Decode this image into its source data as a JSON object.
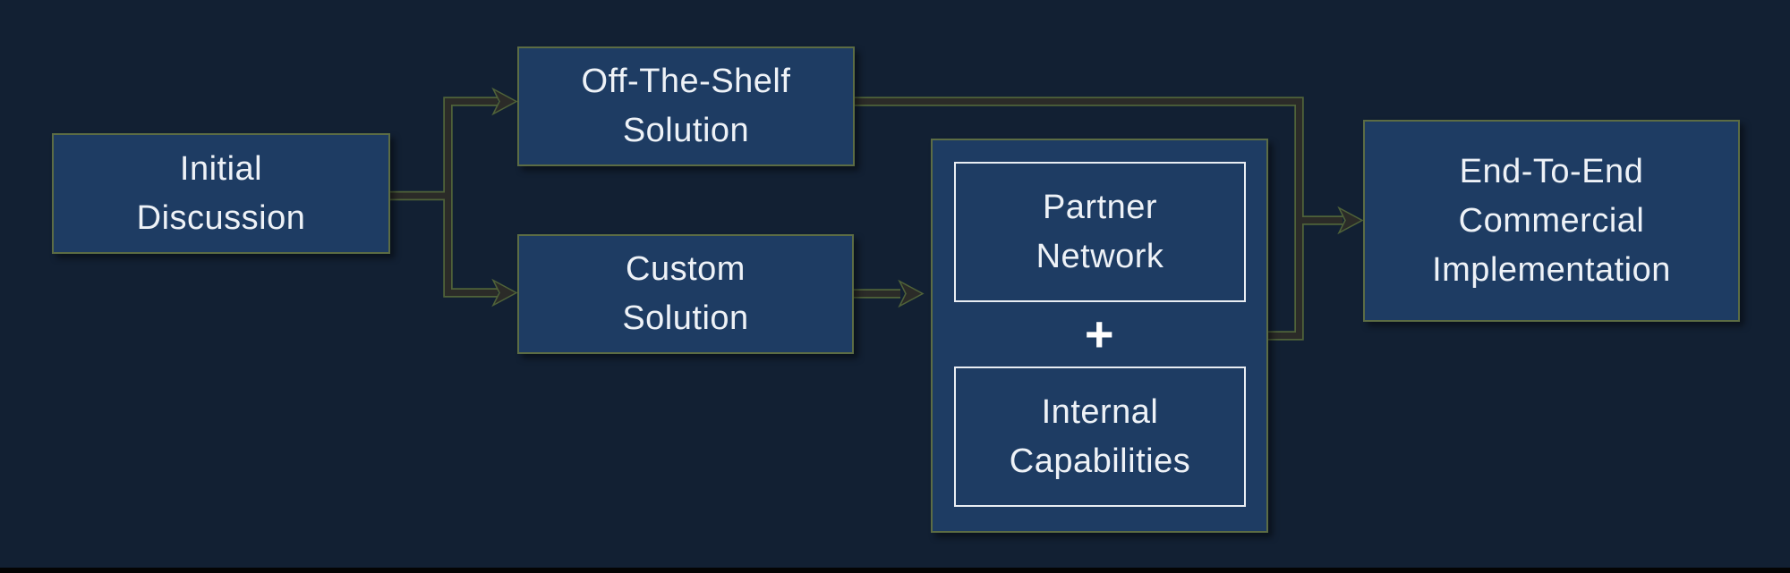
{
  "diagram": {
    "type": "flowchart",
    "nodes": {
      "initial_discussion": {
        "lines": [
          "Initial",
          "Discussion"
        ]
      },
      "off_the_shelf": {
        "lines": [
          "Off-The-Shelf",
          "Solution"
        ]
      },
      "custom_solution": {
        "lines": [
          "Custom",
          "Solution"
        ]
      },
      "partner_network": {
        "lines": [
          "Partner",
          "Network"
        ]
      },
      "plus_symbol": "+",
      "internal_capabilities": {
        "lines": [
          "Internal",
          "Capabilities"
        ]
      },
      "end_to_end": {
        "lines": [
          "End-To-End",
          "Commercial",
          "Implementation"
        ]
      }
    },
    "edges": [
      {
        "from": "initial_discussion",
        "to": "off_the_shelf"
      },
      {
        "from": "initial_discussion",
        "to": "custom_solution"
      },
      {
        "from": "off_the_shelf",
        "to": "end_to_end"
      },
      {
        "from": "custom_solution",
        "to": "partner_internal_group"
      },
      {
        "from": "partner_internal_group",
        "to": "end_to_end"
      }
    ],
    "colors": {
      "background": "#122033",
      "node_fill": "#1e3c63",
      "node_border": "#5c6c44",
      "inner_node_border": "#e9edf3",
      "connector_fill": "#2b2b28",
      "connector_outline": "#4f6239",
      "text": "#eef2f7",
      "bottom_bar": "#040404"
    }
  }
}
